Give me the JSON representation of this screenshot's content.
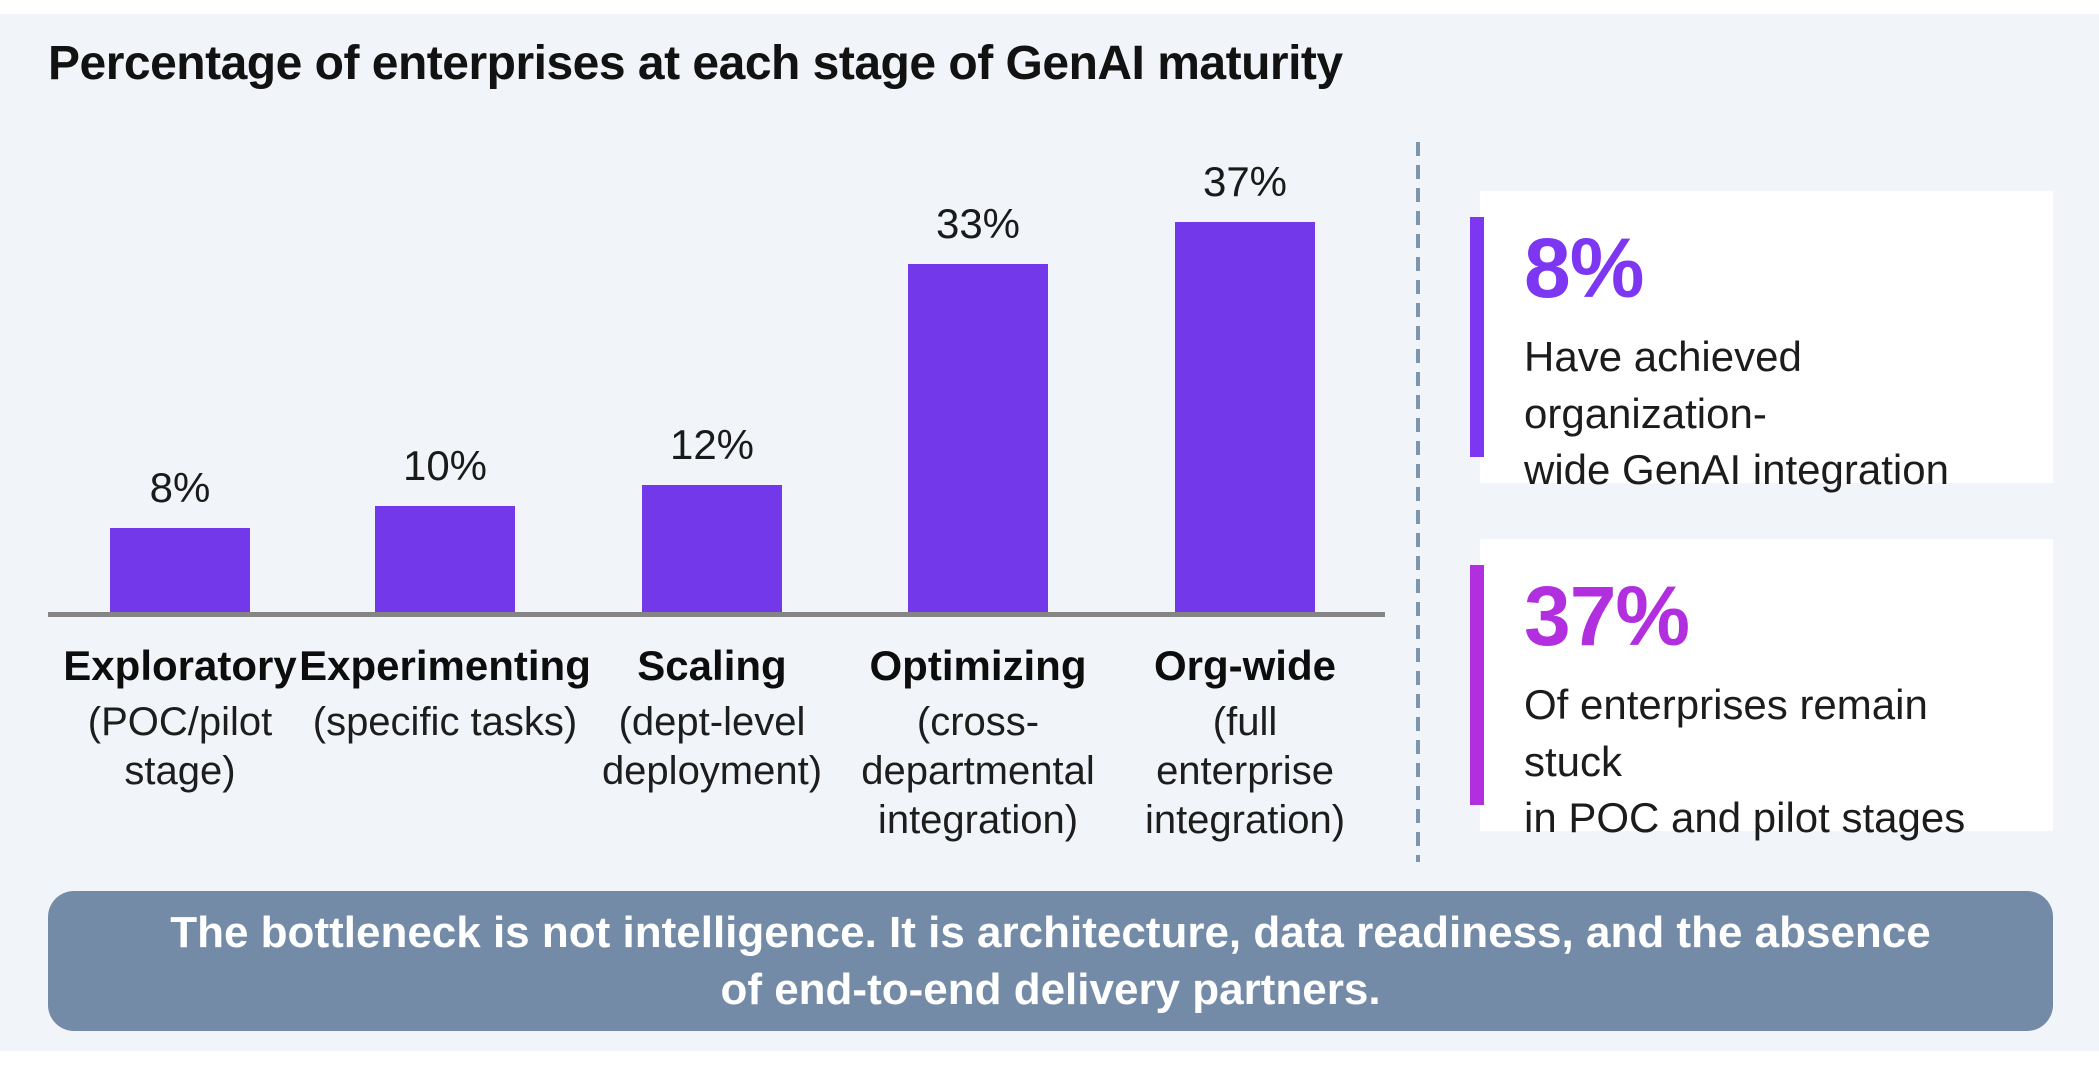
{
  "title": "Percentage of enterprises at each stage of GenAI maturity",
  "chart_data": {
    "type": "bar",
    "title": "Percentage of enterprises at each stage of GenAI maturity",
    "categories": [
      "Exploratory",
      "Experimenting",
      "Scaling",
      "Optimizing",
      "Org-wide"
    ],
    "category_descriptions": [
      "(POC/pilot\nstage)",
      "(specific tasks)",
      "(dept-level\ndeployment)",
      "(cross-\ndepartmental\nintegration)",
      "(full enterprise\nintegration)"
    ],
    "values": [
      8,
      10,
      12,
      33,
      37
    ],
    "value_labels": [
      "8%",
      "10%",
      "12%",
      "33%",
      "37%"
    ],
    "xlabel": "",
    "ylabel": "",
    "ylim": [
      0,
      40
    ],
    "grid": false,
    "legend": false,
    "bar_color": "#7438eb",
    "axis_color": "#858585"
  },
  "callouts": [
    {
      "value": "8%",
      "text": "Have achieved organization-\nwide GenAI integration",
      "accent_color": "#7d36f2"
    },
    {
      "value": "37%",
      "text": "Of enterprises remain stuck\nin POC and pilot stages",
      "accent_color": "#b12fde"
    }
  ],
  "banner": {
    "text": "The bottleneck is not intelligence. It is architecture, data readiness, and the absence\nof end-to-end delivery partners.",
    "bg_color": "#748ba7"
  },
  "colors": {
    "page_background": "#f1f4f8",
    "card_background": "#ffffff",
    "divider": "#7e95af",
    "text_dark": "#121212"
  }
}
